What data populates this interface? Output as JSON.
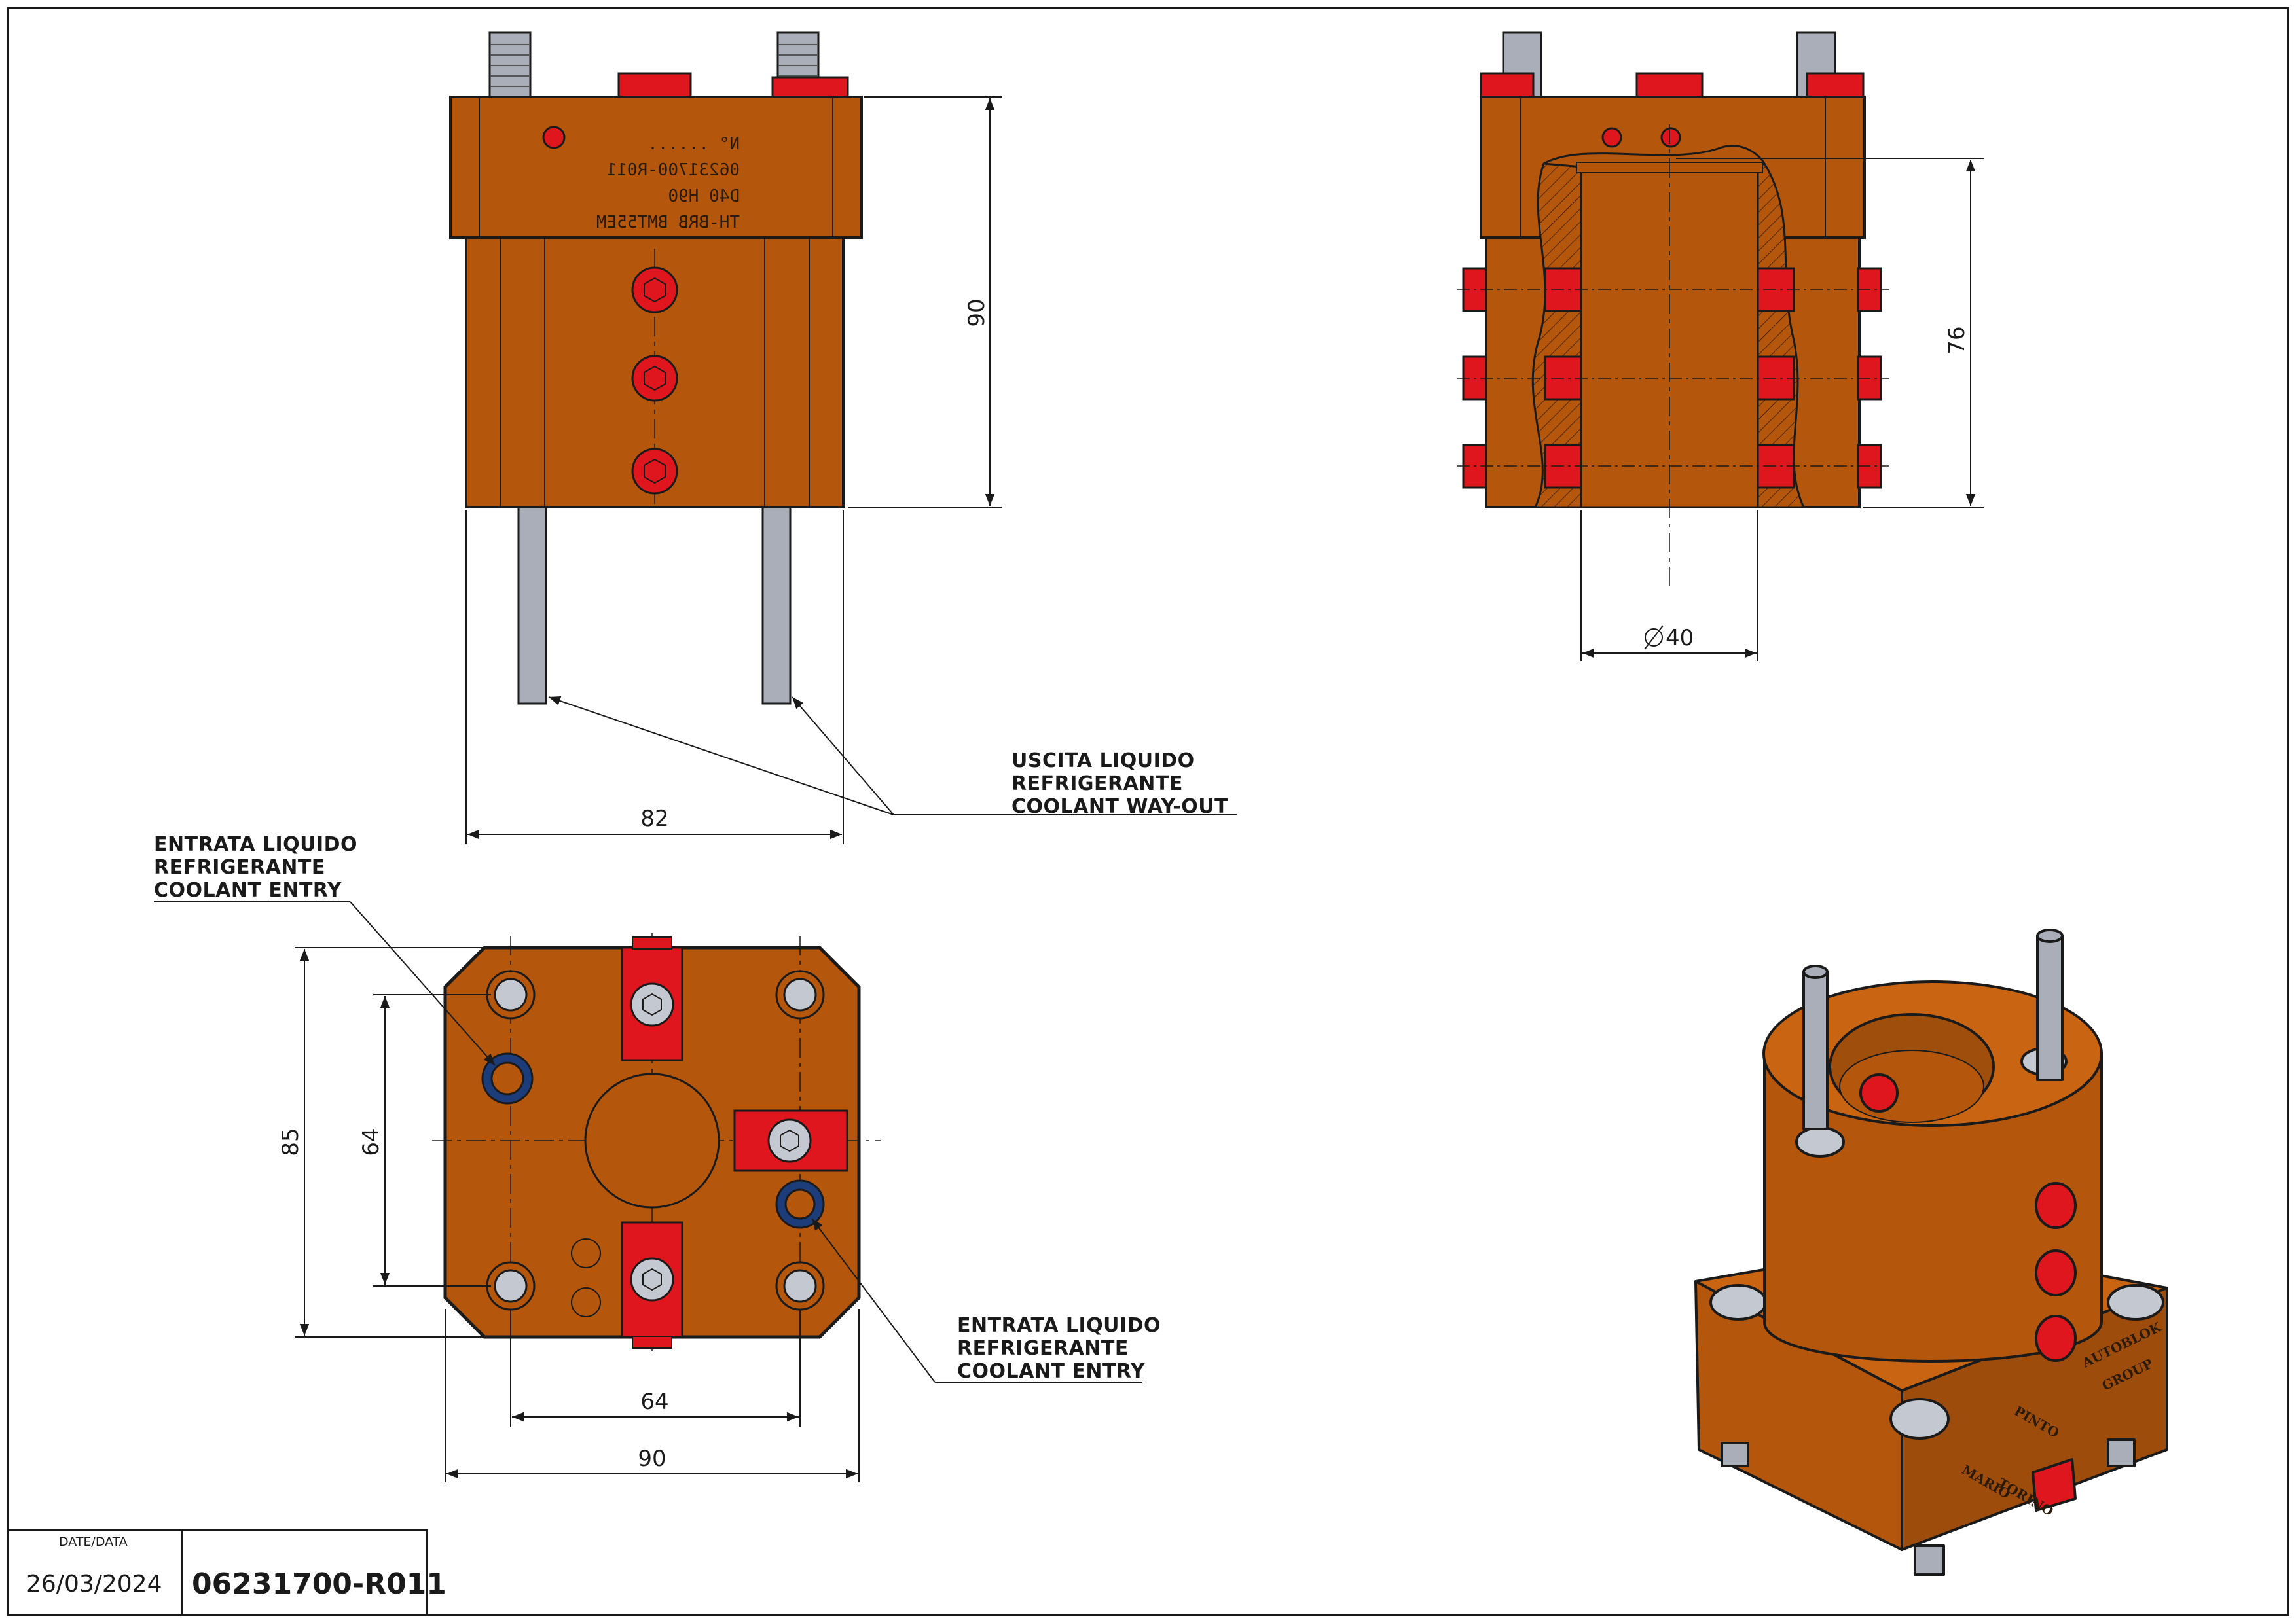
{
  "colors": {
    "body": "#b4560c",
    "body_dark": "#8f430a",
    "clamp": "#e0161e",
    "pin": "#a9aeb8",
    "screw_blue": "#1c3d7a",
    "line": "#1a1a1a"
  },
  "dimensions": {
    "front_height": "90",
    "front_width": "82",
    "side_height": "76",
    "side_bore": "40",
    "top_height_outer": "85",
    "top_height_inner": "64",
    "top_width_inner": "64",
    "top_width_outer": "90"
  },
  "notes": {
    "coolant_out": [
      "USCITA LIQUIDO",
      "REFRIGERANTE",
      "COOLANT WAY-OUT"
    ],
    "coolant_entry_left": [
      "ENTRATA LIQUIDO",
      "REFRIGERANTE",
      "COOLANT ENTRY"
    ],
    "coolant_entry_right": [
      "ENTRATA LIQUIDO",
      "REFRIGERANTE",
      "COOLANT ENTRY"
    ]
  },
  "engraving": {
    "line1": "TH-BRB BMT55EM",
    "line2": "D40 H90",
    "line3": "06231700-R011",
    "line4": "N° ......"
  },
  "logo": {
    "name1": "MARIO",
    "name2": "PINTO",
    "city": "TORINO",
    "group1": "AUTOBLOK",
    "group2": "GROUP"
  },
  "title_block": {
    "date_label": "DATE/DATA",
    "date": "26/03/2024",
    "drawing_number": "06231700-R011"
  }
}
